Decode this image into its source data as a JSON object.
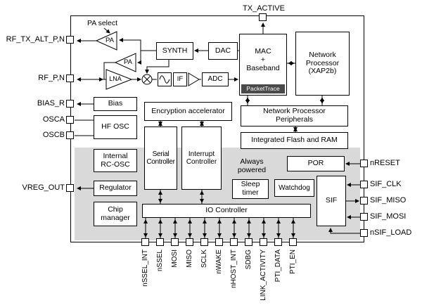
{
  "pins": {
    "top": [
      "TX_ACTIVE"
    ],
    "left": [
      "RF_TX_ALT_P,N",
      "RF_P,N",
      "BIAS_R",
      "OSCA",
      "OSCB",
      "VREG_OUT"
    ],
    "right": [
      "nRESET",
      "SIF_CLK",
      "SIF_MISO",
      "SIF_MOSI",
      "nSIF_LOAD"
    ],
    "bottom": [
      "nSSEL_INT",
      "nSSEL",
      "MOSI",
      "MISO",
      "SCLK",
      "nWAKE",
      "nHOST_INT",
      "SDBG",
      "LINK_ACTIVITY",
      "PTI_DATA",
      "PTI_EN"
    ]
  },
  "blocks": {
    "pa_select": "PA select",
    "pa_top": "PA",
    "pa_bottom": "PA",
    "lna": "LNA",
    "synth": "SYNTH",
    "dac": "DAC",
    "if_stage": "IF",
    "adc": "ADC",
    "mac_baseband": "MAC\n+\nBaseband",
    "packettrace": "PacketTrace",
    "network_processor": "Network Processor (XAP2b)",
    "bias": "Bias",
    "hf_osc": "HF OSC",
    "encryption": "Encryption accelerator",
    "np_peripherals": "Network Processor Peripherals",
    "flash_ram": "Integrated Flash and RAM",
    "internal_rc_osc": "Internal RC-OSC",
    "serial_controller": "Serial Controller",
    "interrupt_controller": "Interrupt Controller",
    "always_powered": "Always powered",
    "por": "POR",
    "sleep_timer": "Sleep timer",
    "watchdog": "Watchdog",
    "sif": "SIF",
    "regulator": "Regulator",
    "chip_manager": "Chip manager",
    "io_controller": "IO Controller"
  },
  "colors": {
    "background": "#ffffff",
    "line": "#000000",
    "power_domain_fill": "#d9d9d9",
    "packettrace_bg": "#4a4a4a"
  }
}
